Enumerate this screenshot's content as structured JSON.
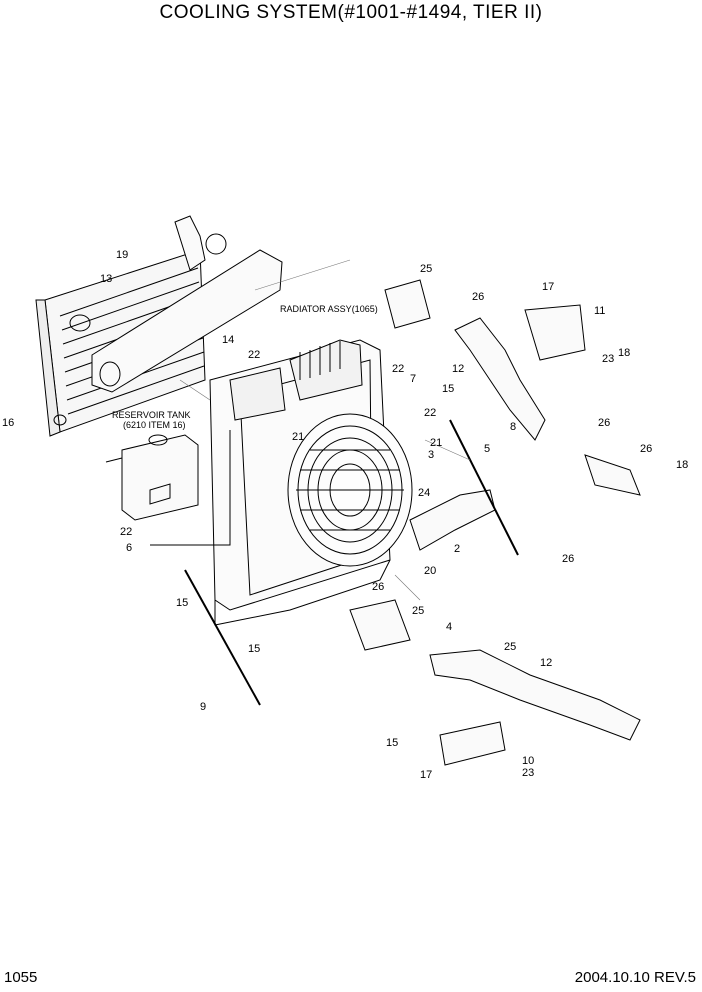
{
  "title": "COOLING SYSTEM(#1001-#1494, TIER II)",
  "page_number": "1055",
  "date_rev": "2004.10.10  REV.5",
  "notes": {
    "radiator": "RADIATOR ASSY(1065)",
    "reservoir_line1": "RESERVOIR TANK",
    "reservoir_line2": "(6210 ITEM 16)"
  },
  "callouts": [
    "19",
    "13",
    "14",
    "16",
    "25",
    "26",
    "17",
    "11",
    "12",
    "23",
    "18",
    "22",
    "22",
    "7",
    "15",
    "8",
    "21",
    "22",
    "21",
    "3",
    "5",
    "24",
    "2",
    "20",
    "22",
    "6",
    "15",
    "26",
    "25",
    "26",
    "15",
    "4",
    "26",
    "25",
    "12",
    "9",
    "15",
    "17",
    "10",
    "23",
    "18",
    "26"
  ]
}
